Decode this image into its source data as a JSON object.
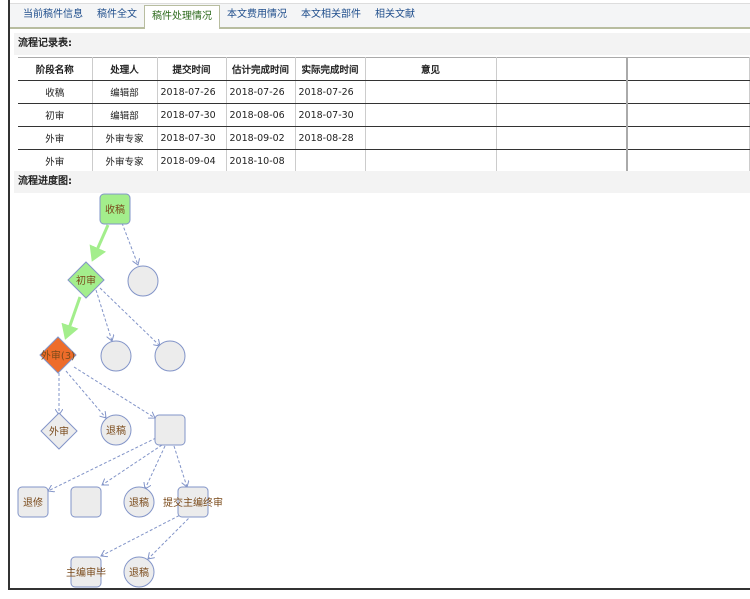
{
  "tabs": [
    "当前稿件信息",
    "稿件全文",
    "稿件处理情况",
    "本文费用情况",
    "本文相关部件",
    "相关文献"
  ],
  "active_tab": 2,
  "table_section_title": "流程记录表:",
  "columns": [
    "阶段名称",
    "处理人",
    "提交时间",
    "估计完成时间",
    "实际完成时间",
    "意见",
    "",
    ""
  ],
  "rows": [
    [
      "收稿",
      "编辑部",
      "2018-07-26",
      "2018-07-26",
      "2018-07-26",
      "",
      "",
      ""
    ],
    [
      "初审",
      "编辑部",
      "2018-07-30",
      "2018-08-06",
      "2018-07-30",
      "",
      "",
      ""
    ],
    [
      "外审",
      "外审专家",
      "2018-07-30",
      "2018-09-02",
      "2018-08-28",
      "",
      "",
      ""
    ],
    [
      "外审",
      "外审专家",
      "2018-09-04",
      "2018-10-08",
      "",
      "",
      "",
      ""
    ]
  ],
  "graph_section_title": "流程进度图:",
  "graph": {
    "colors": {
      "done": "#a3ee8c",
      "current": "#ee6c2a",
      "pending": "#ececec",
      "stroke": "#8294c8",
      "done_edge": "#a3ee8c"
    },
    "nodes": {
      "n1": "收稿",
      "n2": "初审",
      "n3": "外审(3)",
      "n4": "外审",
      "n5": "退稿",
      "n6": "退修",
      "n7": "退稿",
      "n8": "提交主编终审",
      "n9": "主编审毕",
      "n10": "退稿"
    }
  }
}
